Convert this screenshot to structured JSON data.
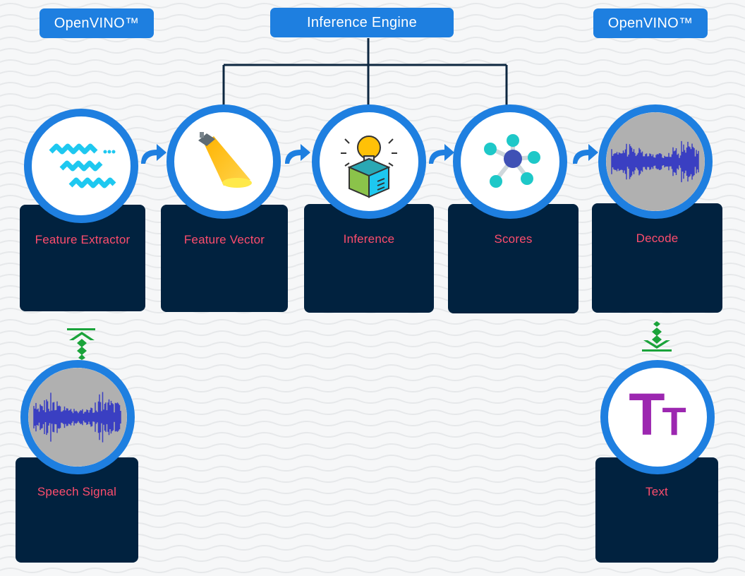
{
  "header": {
    "left_badge": "OpenVINO™",
    "center_badge": "Inference Engine",
    "right_badge": "OpenVINO™"
  },
  "stages": {
    "feature_extractor": {
      "label": "Feature Extractor",
      "icon": "waves-icon"
    },
    "feature_vector": {
      "label": "Feature Vector",
      "icon": "spotlight-icon"
    },
    "inference": {
      "label": "Inference",
      "icon": "lightbulb-box-icon"
    },
    "scores": {
      "label": "Scores",
      "icon": "network-nodes-icon"
    },
    "decode": {
      "label": "Decode",
      "icon": "waveform-icon"
    }
  },
  "inputs": {
    "speech_signal": {
      "label": "Speech Signal",
      "icon": "waveform-icon"
    }
  },
  "outputs": {
    "text": {
      "label": "Text",
      "glyph_big": "T",
      "glyph_small": "T"
    }
  },
  "colors": {
    "accent_blue": "#1e7fe0",
    "card_navy": "#01223f",
    "label_pink": "#ff4d6d",
    "arrow_green": "#1aa33a",
    "text_purple": "#9c27b0",
    "waves_cyan": "#1ec8f0",
    "wave_blue": "#3a3fc2"
  }
}
